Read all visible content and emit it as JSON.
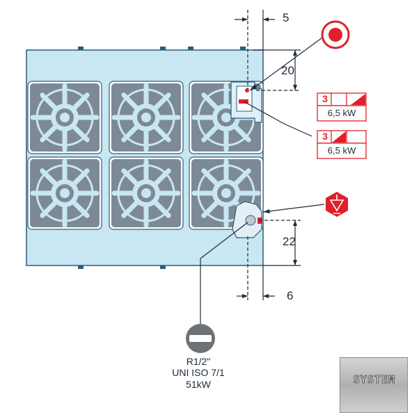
{
  "dimensions": {
    "top_offset": "5",
    "top_height": "20",
    "bottom_height": "22",
    "bottom_offset": "6"
  },
  "electrical": [
    {
      "count": "3",
      "power": "6,5 kW"
    },
    {
      "count": "3",
      "power": "6,5 kW"
    }
  ],
  "gas": {
    "line1": "R1/2\"",
    "line2": "UNI ISO 7/1",
    "line3": "51kW"
  },
  "logo_text": "SYSTEM",
  "colors": {
    "stove_fill": "#c9e6f3",
    "stove_stroke": "#2d5c78",
    "burner_fill": "#7d8a96",
    "accent_red": "#e0202a",
    "dim_line": "#1e2a3a"
  },
  "icons": {
    "electric_connection": "red-circle-target-icon",
    "gas_connection": "red-hexagon-earth-icon",
    "gas_pipe": "no-entry-icon"
  }
}
